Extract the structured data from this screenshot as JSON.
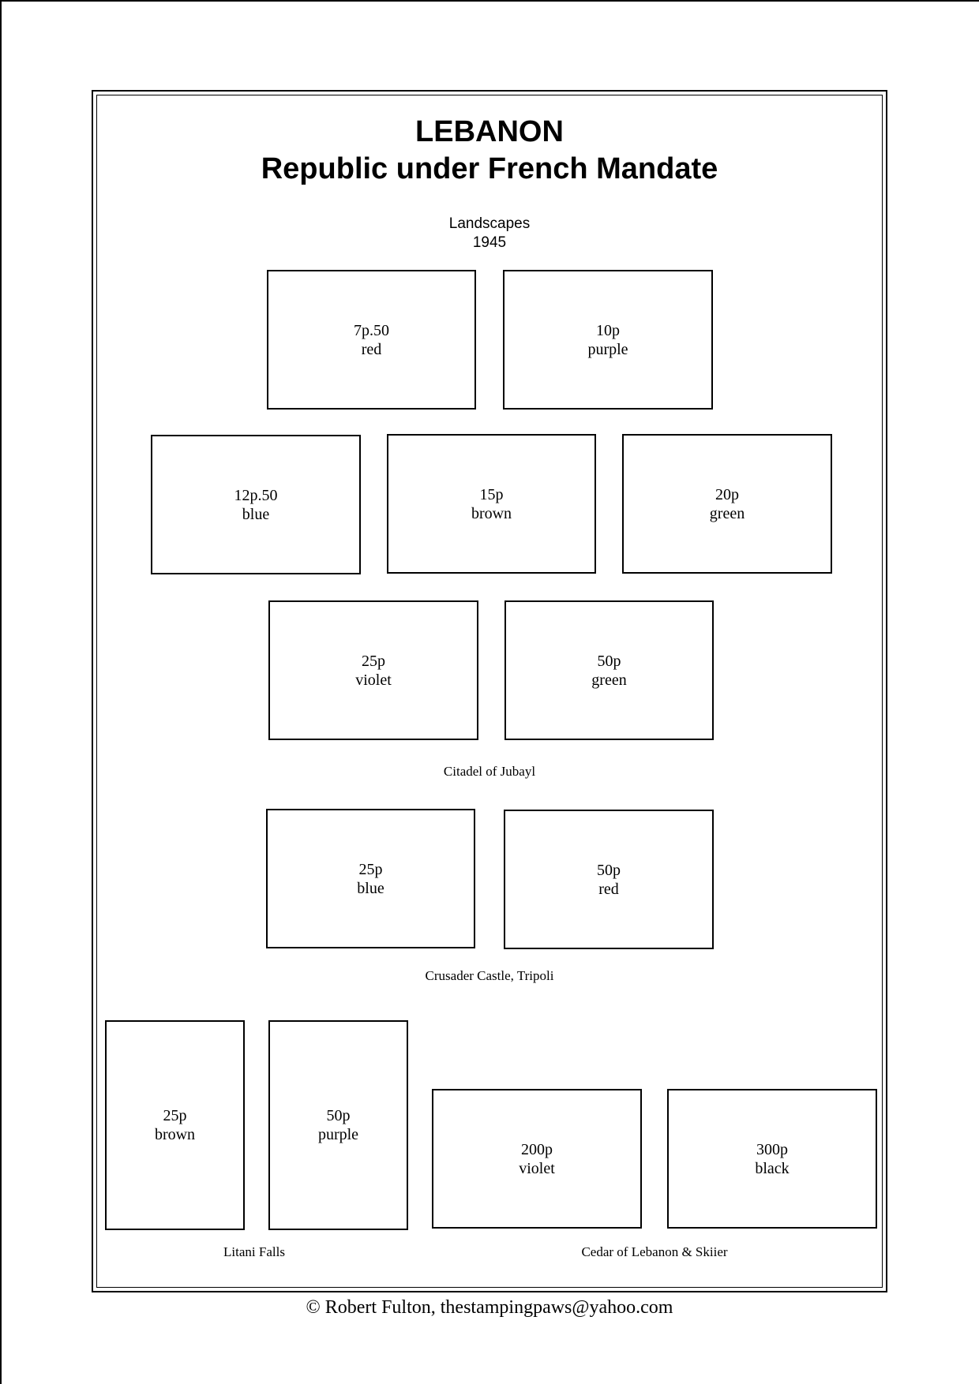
{
  "header": {
    "title": "LEBANON",
    "subtitle": "Republic under French Mandate",
    "set_name": "Landscapes",
    "year": "1945"
  },
  "stamps": [
    {
      "value": "7p.50",
      "color": "red"
    },
    {
      "value": "10p",
      "color": "purple"
    },
    {
      "value": "12p.50",
      "color": "blue"
    },
    {
      "value": "15p",
      "color": "brown"
    },
    {
      "value": "20p",
      "color": "green"
    },
    {
      "value": "25p",
      "color": "violet"
    },
    {
      "value": "50p",
      "color": "green"
    },
    {
      "value": "25p",
      "color": "blue"
    },
    {
      "value": "50p",
      "color": "red"
    },
    {
      "value": "25p",
      "color": "brown"
    },
    {
      "value": "50p",
      "color": "purple"
    },
    {
      "value": "200p",
      "color": "violet"
    },
    {
      "value": "300p",
      "color": "black"
    }
  ],
  "captions": {
    "citadel": "Citadel of Jubayl",
    "crusader": "Crusader Castle, Tripoli",
    "litani": "Litani Falls",
    "cedar": "Cedar of Lebanon & Skiier"
  },
  "footer": {
    "copyright": "©  Robert Fulton, thestampingpaws@yahoo.com"
  }
}
